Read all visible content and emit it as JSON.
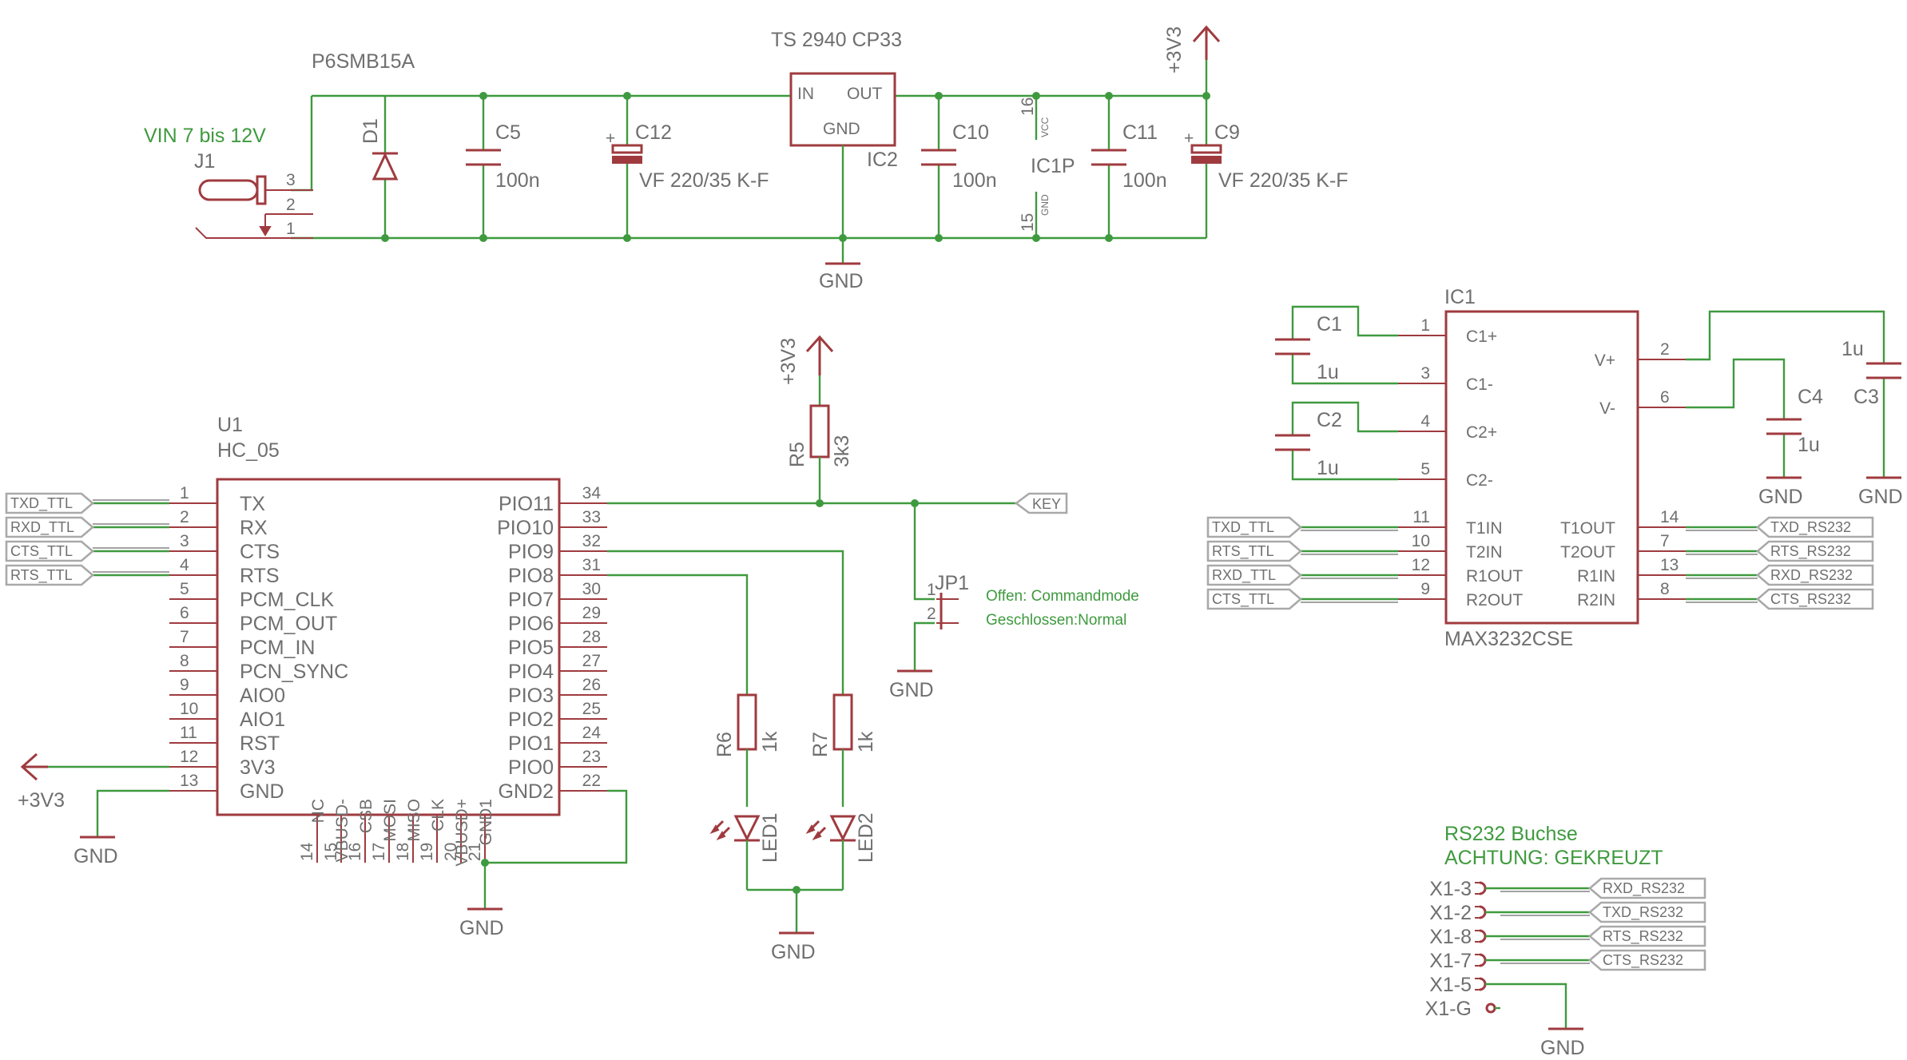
{
  "regulator": {
    "tvs_label": "P6SMB15A",
    "ic_label": "TS 2940 CP33",
    "ic_name": "IC2",
    "pin_in": "IN",
    "pin_out": "OUT",
    "pin_gnd": "GND",
    "vin_label": "VIN 7 bis 12V",
    "jack_name": "J1",
    "jack_pins": [
      "3",
      "2",
      "1"
    ],
    "d1": "D1",
    "c5": "C5",
    "c5_val": "100n",
    "c12": "C12",
    "c12_val": "VF 220/35 K-F",
    "c10": "C10",
    "c10_val": "100n",
    "ic1p": "IC1P",
    "ic1p_vcc": "VCC",
    "ic1p_gnd": "GND",
    "ic1p_pin16": "16",
    "ic1p_pin15": "15",
    "c11": "C11",
    "c11_val": "100n",
    "c9": "C9",
    "c9_val": "VF 220/35 K-F",
    "supply": "+3V3",
    "gnd": "GND"
  },
  "hc05": {
    "name": "U1",
    "value": "HC_05",
    "left_pins": [
      {
        "num": "1",
        "name": "TX"
      },
      {
        "num": "2",
        "name": "RX"
      },
      {
        "num": "3",
        "name": "CTS"
      },
      {
        "num": "4",
        "name": "RTS"
      },
      {
        "num": "5",
        "name": "PCM_CLK"
      },
      {
        "num": "6",
        "name": "PCM_OUT"
      },
      {
        "num": "7",
        "name": "PCM_IN"
      },
      {
        "num": "8",
        "name": "PCN_SYNC"
      },
      {
        "num": "9",
        "name": "AIO0"
      },
      {
        "num": "10",
        "name": "AIO1"
      },
      {
        "num": "11",
        "name": "RST"
      },
      {
        "num": "12",
        "name": "3V3"
      },
      {
        "num": "13",
        "name": "GND"
      }
    ],
    "right_pins": [
      {
        "num": "34",
        "name": "PIO11"
      },
      {
        "num": "33",
        "name": "PIO10"
      },
      {
        "num": "32",
        "name": "PIO9"
      },
      {
        "num": "31",
        "name": "PIO8"
      },
      {
        "num": "30",
        "name": "PIO7"
      },
      {
        "num": "29",
        "name": "PIO6"
      },
      {
        "num": "28",
        "name": "PIO5"
      },
      {
        "num": "27",
        "name": "PIO4"
      },
      {
        "num": "26",
        "name": "PIO3"
      },
      {
        "num": "25",
        "name": "PIO2"
      },
      {
        "num": "24",
        "name": "PIO1"
      },
      {
        "num": "23",
        "name": "PIO0"
      },
      {
        "num": "22",
        "name": "GND2"
      }
    ],
    "bottom_pins": [
      {
        "num": "14",
        "name": "NC"
      },
      {
        "num": "15",
        "name": "VBUSD-"
      },
      {
        "num": "16",
        "name": "CSB"
      },
      {
        "num": "17",
        "name": "MOSI"
      },
      {
        "num": "18",
        "name": "MISO"
      },
      {
        "num": "19",
        "name": "CLK"
      },
      {
        "num": "20",
        "name": "VBUSD+"
      },
      {
        "num": "21",
        "name": "GND1"
      }
    ],
    "signals": [
      "TXD_TTL",
      "RXD_TTL",
      "CTS_TTL",
      "RTS_TTL"
    ],
    "supply": "+3V3",
    "gnd": "GND"
  },
  "key_circuit": {
    "supply": "+3V3",
    "r5": "R5",
    "r5_val": "3k3",
    "key": "KEY",
    "jp1": "JP1",
    "jp_pin1": "1",
    "jp_pin2": "2",
    "note1": "Offen: Commandmode",
    "note2": "Geschlossen:Normal",
    "gnd": "GND",
    "r6": "R6",
    "r6_val": "1k",
    "r7": "R7",
    "r7_val": "1k",
    "led1": "LED1",
    "led2": "LED2"
  },
  "max3232": {
    "name": "IC1",
    "value": "MAX3232CSE",
    "c1": "C1",
    "c1_val": "1u",
    "c2": "C2",
    "c2_val": "1u",
    "c4": "C4",
    "c4_val": "1u",
    "c3": "C3",
    "c3_val": "1u",
    "left_pins": [
      {
        "num": "1",
        "name": "C1+"
      },
      {
        "num": "3",
        "name": "C1-"
      },
      {
        "num": "4",
        "name": "C2+"
      },
      {
        "num": "5",
        "name": "C2-"
      },
      {
        "num": "11",
        "name": "T1IN"
      },
      {
        "num": "10",
        "name": "T2IN"
      },
      {
        "num": "12",
        "name": "R1OUT"
      },
      {
        "num": "9",
        "name": "R2OUT"
      }
    ],
    "right_pins": [
      {
        "num": "2",
        "name": "V+"
      },
      {
        "num": "6",
        "name": "V-"
      },
      {
        "num": "14",
        "name": "T1OUT"
      },
      {
        "num": "7",
        "name": "T2OUT"
      },
      {
        "num": "13",
        "name": "R1IN"
      },
      {
        "num": "8",
        "name": "R2IN"
      }
    ],
    "ttl_signals": [
      "TXD_TTL",
      "RTS_TTL",
      "RXD_TTL",
      "CTS_TTL"
    ],
    "rs232_signals": [
      "TXD_RS232",
      "RTS_RS232",
      "RXD_RS232",
      "CTS_RS232"
    ],
    "gnd": "GND"
  },
  "connector": {
    "title1": "RS232 Buchse",
    "title2": "ACHTUNG: GEKREUZT",
    "pins": [
      "X1-3",
      "X1-2",
      "X1-8",
      "X1-7",
      "X1-5",
      "X1-G"
    ],
    "signals": [
      "RXD_RS232",
      "TXD_RS232",
      "RTS_RS232",
      "CTS_RS232"
    ],
    "gnd": "GND"
  }
}
